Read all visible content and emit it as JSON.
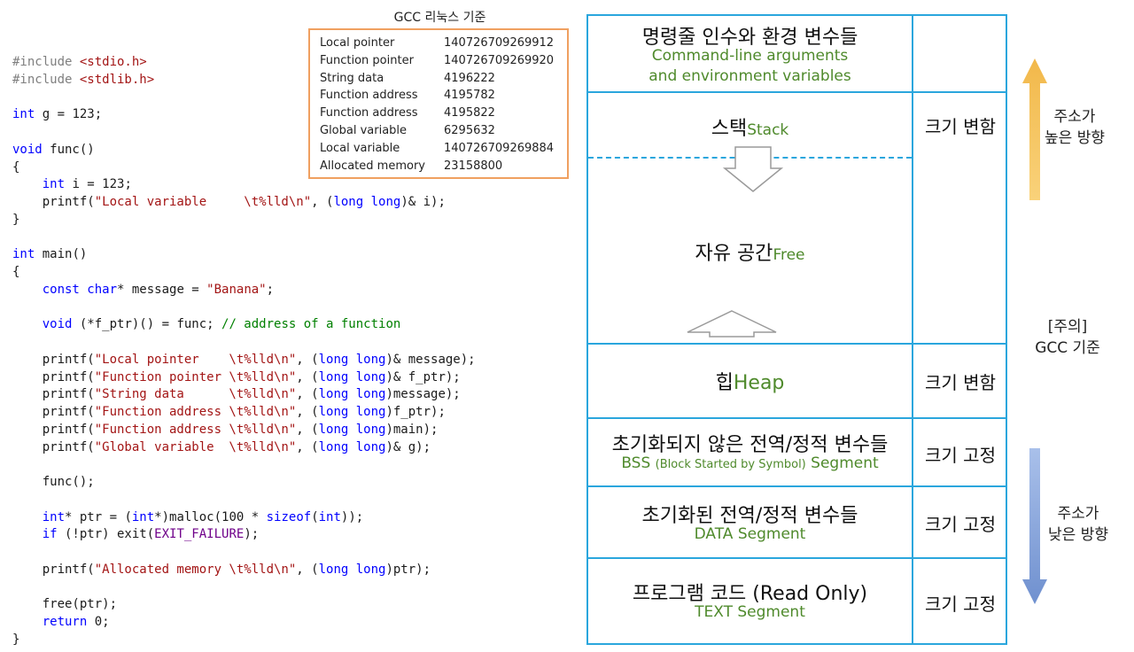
{
  "code_lines": [
    [
      {
        "c": "pp",
        "t": "#include "
      },
      {
        "c": "inc",
        "t": "<stdio.h>"
      }
    ],
    [
      {
        "c": "pp",
        "t": "#include "
      },
      {
        "c": "inc",
        "t": "<stdlib.h>"
      }
    ],
    [],
    [
      {
        "c": "kw",
        "t": "int"
      },
      {
        "c": "p",
        "t": " g = 123;"
      }
    ],
    [],
    [
      {
        "c": "kw",
        "t": "void"
      },
      {
        "c": "p",
        "t": " func()"
      }
    ],
    [
      {
        "c": "p",
        "t": "{"
      }
    ],
    [
      {
        "c": "p",
        "t": "    "
      },
      {
        "c": "kw",
        "t": "int"
      },
      {
        "c": "p",
        "t": " i = 123;"
      }
    ],
    [
      {
        "c": "p",
        "t": "    printf("
      },
      {
        "c": "str",
        "t": "\"Local variable     \\t%lld\\n\""
      },
      {
        "c": "p",
        "t": ", ("
      },
      {
        "c": "kw",
        "t": "long long"
      },
      {
        "c": "p",
        "t": ")& i);"
      }
    ],
    [
      {
        "c": "p",
        "t": "}"
      }
    ],
    [],
    [
      {
        "c": "kw",
        "t": "int"
      },
      {
        "c": "p",
        "t": " main()"
      }
    ],
    [
      {
        "c": "p",
        "t": "{"
      }
    ],
    [
      {
        "c": "p",
        "t": "    "
      },
      {
        "c": "kw",
        "t": "const char"
      },
      {
        "c": "p",
        "t": "* message = "
      },
      {
        "c": "str",
        "t": "\"Banana\""
      },
      {
        "c": "p",
        "t": ";"
      }
    ],
    [],
    [
      {
        "c": "p",
        "t": "    "
      },
      {
        "c": "kw",
        "t": "void"
      },
      {
        "c": "p",
        "t": " (*f_ptr)() = func; "
      },
      {
        "c": "cm",
        "t": "// address of a function"
      }
    ],
    [],
    [
      {
        "c": "p",
        "t": "    printf("
      },
      {
        "c": "str",
        "t": "\"Local pointer    \\t%lld\\n\""
      },
      {
        "c": "p",
        "t": ", ("
      },
      {
        "c": "kw",
        "t": "long long"
      },
      {
        "c": "p",
        "t": ")& message);"
      }
    ],
    [
      {
        "c": "p",
        "t": "    printf("
      },
      {
        "c": "str",
        "t": "\"Function pointer \\t%lld\\n\""
      },
      {
        "c": "p",
        "t": ", ("
      },
      {
        "c": "kw",
        "t": "long long"
      },
      {
        "c": "p",
        "t": ")& f_ptr);"
      }
    ],
    [
      {
        "c": "p",
        "t": "    printf("
      },
      {
        "c": "str",
        "t": "\"String data      \\t%lld\\n\""
      },
      {
        "c": "p",
        "t": ", ("
      },
      {
        "c": "kw",
        "t": "long long"
      },
      {
        "c": "p",
        "t": ")message);"
      }
    ],
    [
      {
        "c": "p",
        "t": "    printf("
      },
      {
        "c": "str",
        "t": "\"Function address \\t%lld\\n\""
      },
      {
        "c": "p",
        "t": ", ("
      },
      {
        "c": "kw",
        "t": "long long"
      },
      {
        "c": "p",
        "t": ")f_ptr);"
      }
    ],
    [
      {
        "c": "p",
        "t": "    printf("
      },
      {
        "c": "str",
        "t": "\"Function address \\t%lld\\n\""
      },
      {
        "c": "p",
        "t": ", ("
      },
      {
        "c": "kw",
        "t": "long long"
      },
      {
        "c": "p",
        "t": ")main);"
      }
    ],
    [
      {
        "c": "p",
        "t": "    printf("
      },
      {
        "c": "str",
        "t": "\"Global variable  \\t%lld\\n\""
      },
      {
        "c": "p",
        "t": ", ("
      },
      {
        "c": "kw",
        "t": "long long"
      },
      {
        "c": "p",
        "t": ")& g);"
      }
    ],
    [],
    [
      {
        "c": "p",
        "t": "    func();"
      }
    ],
    [],
    [
      {
        "c": "p",
        "t": "    "
      },
      {
        "c": "kw",
        "t": "int"
      },
      {
        "c": "p",
        "t": "* ptr = ("
      },
      {
        "c": "kw",
        "t": "int"
      },
      {
        "c": "p",
        "t": "*)malloc(100 * "
      },
      {
        "c": "kw",
        "t": "sizeof"
      },
      {
        "c": "p",
        "t": "("
      },
      {
        "c": "kw",
        "t": "int"
      },
      {
        "c": "p",
        "t": "));"
      }
    ],
    [
      {
        "c": "p",
        "t": "    "
      },
      {
        "c": "kw",
        "t": "if"
      },
      {
        "c": "p",
        "t": " (!ptr) exit("
      },
      {
        "c": "mac",
        "t": "EXIT_FAILURE"
      },
      {
        "c": "p",
        "t": ");"
      }
    ],
    [],
    [
      {
        "c": "p",
        "t": "    printf("
      },
      {
        "c": "str",
        "t": "\"Allocated memory \\t%lld\\n\""
      },
      {
        "c": "p",
        "t": ", ("
      },
      {
        "c": "kw",
        "t": "long long"
      },
      {
        "c": "p",
        "t": ")ptr);"
      }
    ],
    [],
    [
      {
        "c": "p",
        "t": "    free(ptr);"
      }
    ],
    [
      {
        "c": "p",
        "t": "    "
      },
      {
        "c": "kw",
        "t": "return"
      },
      {
        "c": "p",
        "t": " 0;"
      }
    ],
    [
      {
        "c": "p",
        "t": "}"
      }
    ]
  ],
  "output": {
    "title": "GCC 리눅스 기준",
    "rows": [
      {
        "label": "Local pointer",
        "value": "140726709269912"
      },
      {
        "label": "Function pointer",
        "value": "140726709269920"
      },
      {
        "label": "String data",
        "value": "4196222"
      },
      {
        "label": "Function address",
        "value": "4195782"
      },
      {
        "label": "Function address",
        "value": "4195822"
      },
      {
        "label": "Global variable",
        "value": "6295632"
      },
      {
        "label": "Local variable",
        "value": "140726709269884"
      },
      {
        "label": "Allocated memory",
        "value": "23158800"
      }
    ]
  },
  "memory": {
    "args": {
      "ko": "명령줄 인수와 환경 변수들",
      "en1": "Command-line arguments",
      "en2": "and environment variables"
    },
    "stack": {
      "ko": "스택",
      "en": "Stack",
      "size": "크기 변함"
    },
    "free": {
      "ko": "자유 공간",
      "en": "Free"
    },
    "heap": {
      "ko": "힙",
      "en": "Heap",
      "size": "크기 변함"
    },
    "bss": {
      "ko": "초기화되지 않은 전역/정적 변수들",
      "en_a": "BSS",
      "en_b": "(Block Started by Symbol)",
      "en_c": "Segment",
      "size": "크기 고정"
    },
    "data": {
      "ko": "초기화된 전역/정적 변수들",
      "en": "DATA Segment",
      "size": "크기 고정"
    },
    "text": {
      "ko": "프로그램 코드 (Read Only)",
      "en": "TEXT Segment",
      "size": "크기 고정"
    }
  },
  "notes": {
    "high_1": "주소가",
    "high_2": "높은 방향",
    "caution_1": "[주의]",
    "caution_2": "GCC 기준",
    "low_1": "주소가",
    "low_2": "낮은 방향"
  },
  "colors": {
    "border": "#2aa6dd",
    "green_text": "#4f8a2c",
    "output_border": "#f0a060",
    "up_arrow": "#f6c35a",
    "down_arrow": "#7f9fd6"
  }
}
